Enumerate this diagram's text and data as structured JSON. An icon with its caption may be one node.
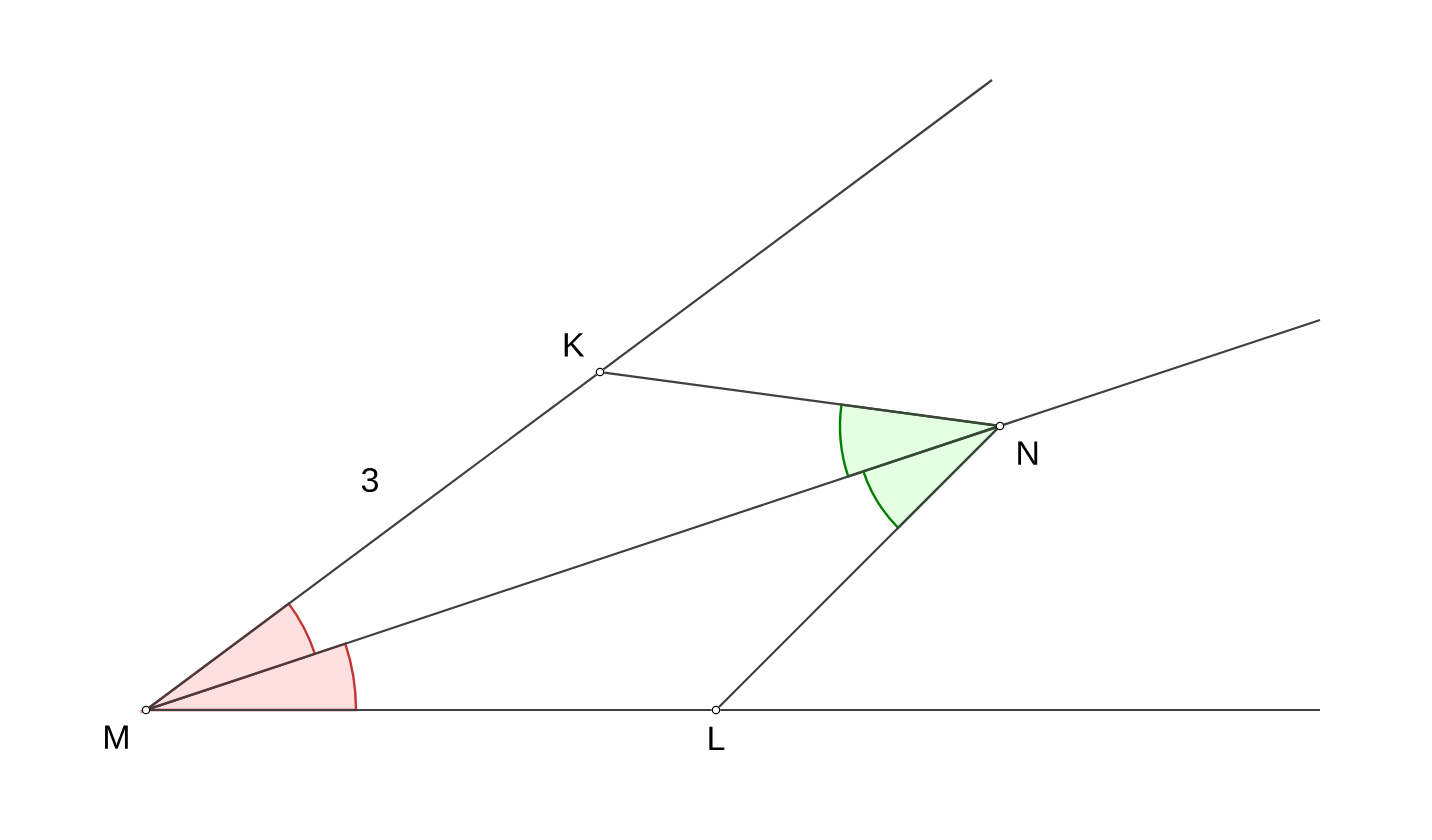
{
  "diagram": {
    "nodes": [
      {
        "text": [
          "M"
        ]
      },
      {
        "text": [
          "K"
        ]
      },
      {
        "text": [
          "N"
        ]
      },
      {
        "text": [
          "L"
        ]
      }
    ],
    "edges": [
      {
        "from": 0,
        "to": 1,
        "arrow": "none"
      },
      {
        "from": 1,
        "to": null,
        "arrow": "none"
      },
      {
        "from": 0,
        "to": 2,
        "arrow": "none"
      },
      {
        "from": 2,
        "to": null,
        "arrow": "none"
      },
      {
        "from": 0,
        "to": 3,
        "arrow": "none"
      },
      {
        "from": 3,
        "to": null,
        "arrow": "none"
      },
      {
        "from": 1,
        "to": 2,
        "arrow": "none"
      },
      {
        "from": 3,
        "to": 2,
        "arrow": "none"
      }
    ],
    "labels": [
      "3"
    ]
  }
}
